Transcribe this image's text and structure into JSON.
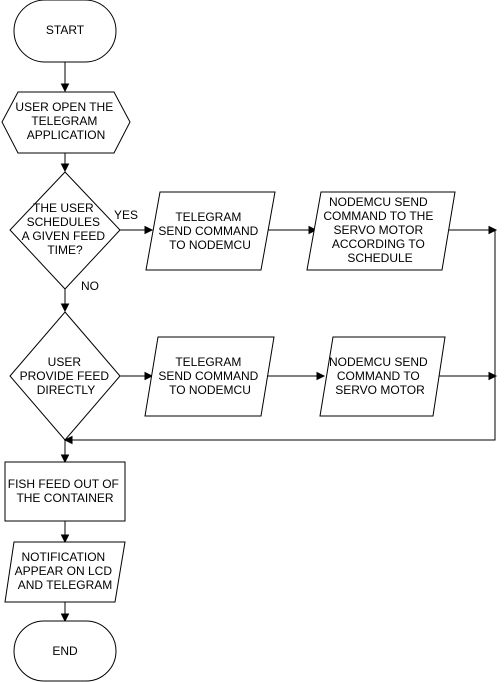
{
  "nodes": {
    "start": {
      "lines": [
        "START"
      ]
    },
    "open_app": {
      "lines": [
        "USER OPEN THE",
        "TELEGRAM",
        "APPLICATION"
      ]
    },
    "schedule": {
      "lines": [
        "THE USER",
        "SCHEDULES",
        "A GIVEN FEED",
        "TIME?"
      ]
    },
    "tg_send_1": {
      "lines": [
        "TELEGRAM",
        "SEND COMMAND",
        "TO NODEMCU"
      ]
    },
    "node_send_1": {
      "lines": [
        "NODEMCU SEND",
        "COMMAND TO THE",
        "SERVO MOTOR",
        "ACCORDING TO",
        "SCHEDULE"
      ]
    },
    "direct": {
      "lines": [
        "USER",
        "PROVIDE FEED",
        "DIRECTLY"
      ]
    },
    "tg_send_2": {
      "lines": [
        "TELEGRAM",
        "SEND COMMAND",
        "TO NODEMCU"
      ]
    },
    "node_send_2": {
      "lines": [
        "NODEMCU SEND",
        "COMMAND TO",
        "SERVO MOTOR"
      ]
    },
    "feed_out": {
      "lines": [
        "FISH FEED OUT OF",
        "THE CONTAINER"
      ]
    },
    "notify": {
      "lines": [
        "NOTIFICATION",
        "APPEAR ON LCD",
        "AND TELEGRAM"
      ]
    },
    "end": {
      "lines": [
        "END"
      ]
    }
  },
  "edge_labels": {
    "yes": "YES",
    "no": "NO"
  }
}
